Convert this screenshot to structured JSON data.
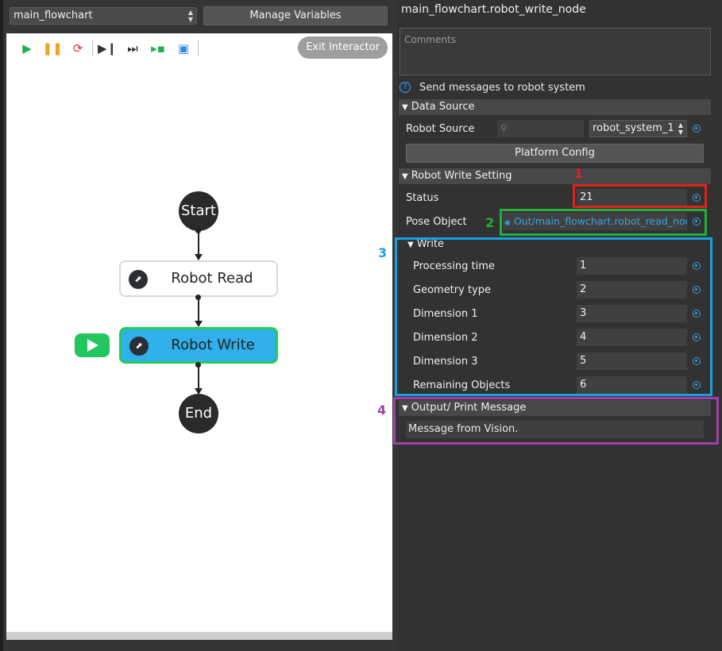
{
  "left": {
    "flowchart_select": "main_flowchart",
    "manage_variables_label": "Manage Variables",
    "exit_interactor_label": "Exit Interactor",
    "nodes": {
      "start": "Start",
      "robot_read": "Robot Read",
      "robot_write": "Robot Write",
      "end": "End"
    },
    "toolbar_icons": [
      "play-icon",
      "pause-icon",
      "reset-icon",
      "step-icon",
      "fast-forward-icon",
      "step-into-icon",
      "robot-icon"
    ]
  },
  "right": {
    "title": "main_flowchart.robot_write_node",
    "comments_placeholder": "Comments",
    "help_text": "Send messages to robot system",
    "data_source": {
      "header": "Data Source",
      "robot_source_label": "Robot Source",
      "robot_source_value": "robot_system_1",
      "platform_config_label": "Platform Config"
    },
    "robot_write_setting": {
      "header": "Robot Write Setting",
      "status_label": "Status",
      "status_value": "21",
      "pose_object_label": "Pose Object",
      "pose_object_value": "Out/main_flowchart.robot_read_node.",
      "write_header": "Write",
      "write_rows": [
        {
          "label": "Processing time",
          "value": "1"
        },
        {
          "label": "Geometry type",
          "value": "2"
        },
        {
          "label": "Dimension 1",
          "value": "3"
        },
        {
          "label": "Dimension 2",
          "value": "4"
        },
        {
          "label": "Dimension 3",
          "value": "5"
        },
        {
          "label": "Remaining Objects",
          "value": "6"
        }
      ]
    },
    "output": {
      "header": "Output/ Print Message",
      "message": "Message from Vision."
    }
  },
  "annotations": {
    "n1": "1",
    "n2": "2",
    "n3": "3",
    "n4": "4",
    "colors": {
      "n1": "#e32020",
      "n2": "#22b03a",
      "n3": "#1aa0e0",
      "n4": "#a040a8"
    }
  },
  "colors": {
    "active_node": "#2fb0ea",
    "active_border": "#22cc55",
    "accent": "#3aa0e0"
  }
}
